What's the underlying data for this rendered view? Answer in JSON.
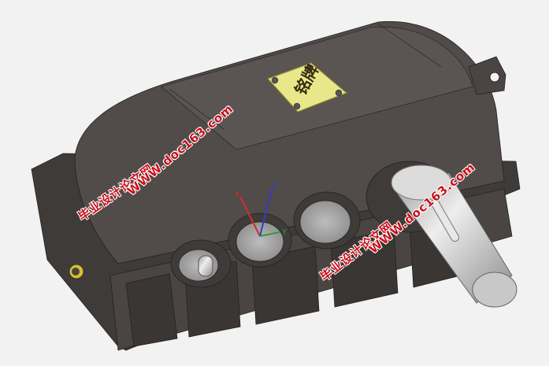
{
  "nameplate": {
    "text": "铭牌",
    "color": "#e8e88a"
  },
  "watermarks": [
    {
      "cn": "毕业设计论文网",
      "url": "WWW.doc163.com"
    },
    {
      "cn": "毕业设计论文网",
      "url": "WWW.doc163.com"
    }
  ],
  "colors": {
    "body": "#4a4543",
    "background": "#f2f2f2",
    "shaft": "#cfcfcf",
    "watermark": "#c8101a"
  },
  "axes_triad": {
    "x": "X",
    "y": "Y",
    "z": "Z"
  }
}
